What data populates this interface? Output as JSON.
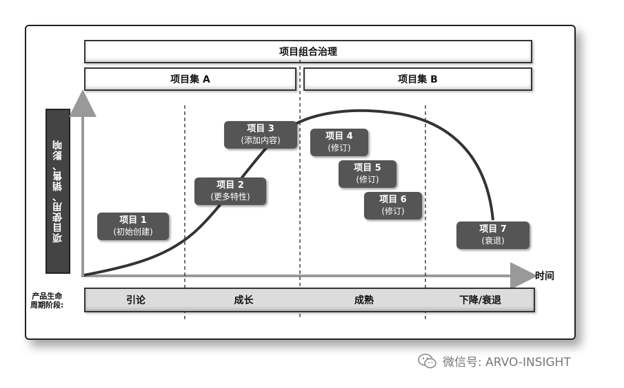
{
  "governance_bar": "项目组合治理",
  "program_a": "项目集 A",
  "program_b": "项目集 B",
  "y_axis_label": "项目使用、销售、影响",
  "x_axis_label": "时间",
  "phase_axis_label_line1": "产品生命",
  "phase_axis_label_line2": "周期阶段:",
  "phases": [
    "引论",
    "成长",
    "成熟",
    "下降/衰退"
  ],
  "projects": [
    {
      "title": "项目 1",
      "sub": "(初始创建)"
    },
    {
      "title": "项目 2",
      "sub": "(更多特性)"
    },
    {
      "title": "项目 3",
      "sub": "(添加内容)"
    },
    {
      "title": "项目 4",
      "sub": "(修订)"
    },
    {
      "title": "项目 5",
      "sub": "(修订)"
    },
    {
      "title": "项目 6",
      "sub": "(修订)"
    },
    {
      "title": "项目 7",
      "sub": "(衰退)"
    }
  ],
  "watermark": "微信号: ARVO-INSIGHT",
  "colors": {
    "project_box": "#555555",
    "phase_bar": "#dcdcdc",
    "curve": "#333333",
    "axis": "#999999"
  }
}
